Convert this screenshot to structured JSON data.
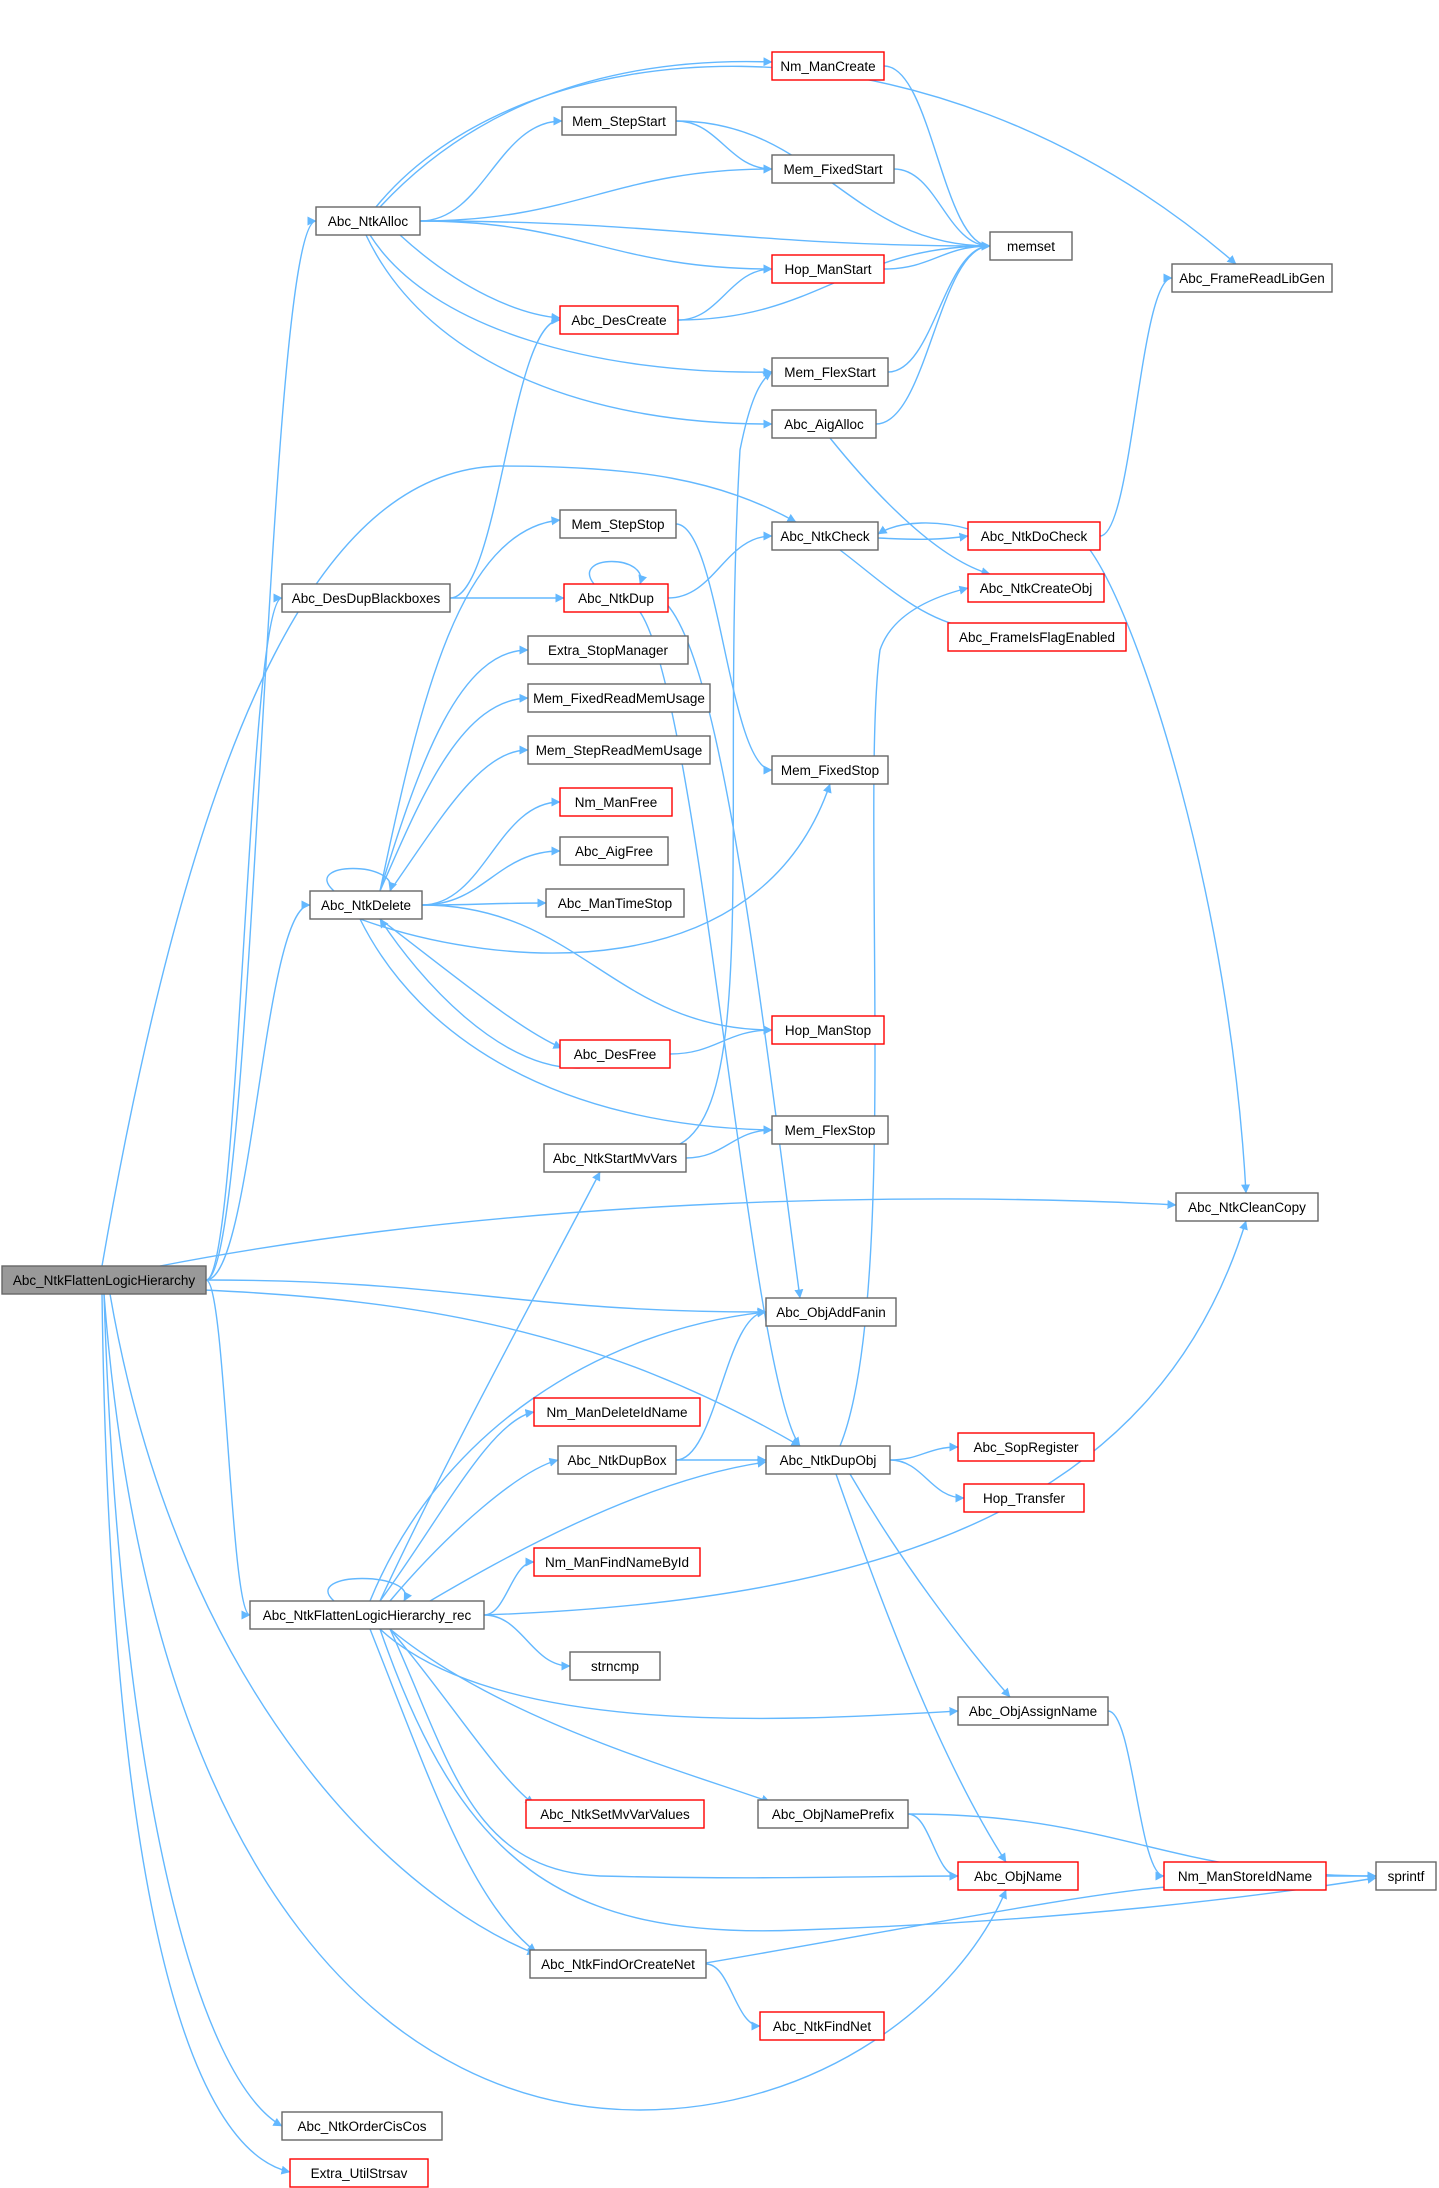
{
  "colors": {
    "edge": "#63b8ff",
    "node_border": "#666666",
    "node_border_red": "#ff0000",
    "node_fill": "#ffffff",
    "root_fill": "#999999",
    "root_border": "#666666"
  },
  "nodes": [
    {
      "id": "root",
      "label": "Abc_NtkFlattenLogicHierarchy",
      "style": "root"
    },
    {
      "id": "ntkalloc",
      "label": "Abc_NtkAlloc",
      "style": "plain"
    },
    {
      "id": "nmmancreate",
      "label": "Nm_ManCreate",
      "style": "red"
    },
    {
      "id": "memstepstart",
      "label": "Mem_StepStart",
      "style": "plain"
    },
    {
      "id": "memfixedstart",
      "label": "Mem_FixedStart",
      "style": "plain"
    },
    {
      "id": "memset",
      "label": "memset",
      "style": "plain"
    },
    {
      "id": "hopmanstart",
      "label": "Hop_ManStart",
      "style": "red"
    },
    {
      "id": "abcdescreate",
      "label": "Abc_DesCreate",
      "style": "red"
    },
    {
      "id": "frameread",
      "label": "Abc_FrameReadLibGen",
      "style": "plain"
    },
    {
      "id": "memflexstart",
      "label": "Mem_FlexStart",
      "style": "plain"
    },
    {
      "id": "aigalloc",
      "label": "Abc_AigAlloc",
      "style": "plain"
    },
    {
      "id": "memstepstop",
      "label": "Mem_StepStop",
      "style": "plain"
    },
    {
      "id": "ntkcheck",
      "label": "Abc_NtkCheck",
      "style": "plain"
    },
    {
      "id": "ntkdocheck",
      "label": "Abc_NtkDoCheck",
      "style": "red"
    },
    {
      "id": "desdupbb",
      "label": "Abc_DesDupBlackboxes",
      "style": "plain"
    },
    {
      "id": "ntkdup",
      "label": "Abc_NtkDup",
      "style": "red"
    },
    {
      "id": "ntkcreateobj",
      "label": "Abc_NtkCreateObj",
      "style": "red"
    },
    {
      "id": "frameflag",
      "label": "Abc_FrameIsFlagEnabled",
      "style": "red"
    },
    {
      "id": "extrastop",
      "label": "Extra_StopManager",
      "style": "plain"
    },
    {
      "id": "memfixedread",
      "label": "Mem_FixedReadMemUsage",
      "style": "plain"
    },
    {
      "id": "memstepread",
      "label": "Mem_StepReadMemUsage",
      "style": "plain"
    },
    {
      "id": "memfixedstop",
      "label": "Mem_FixedStop",
      "style": "plain"
    },
    {
      "id": "nmmanfree",
      "label": "Nm_ManFree",
      "style": "red"
    },
    {
      "id": "aigfree",
      "label": "Abc_AigFree",
      "style": "plain"
    },
    {
      "id": "ntkdelete",
      "label": "Abc_NtkDelete",
      "style": "plain"
    },
    {
      "id": "mantimestop",
      "label": "Abc_ManTimeStop",
      "style": "plain"
    },
    {
      "id": "hopmanstop",
      "label": "Hop_ManStop",
      "style": "red"
    },
    {
      "id": "desfree",
      "label": "Abc_DesFree",
      "style": "red"
    },
    {
      "id": "memflexstop",
      "label": "Mem_FlexStop",
      "style": "plain"
    },
    {
      "id": "ntkstartmv",
      "label": "Abc_NtkStartMvVars",
      "style": "plain"
    },
    {
      "id": "ntkcleancopy",
      "label": "Abc_NtkCleanCopy",
      "style": "plain"
    },
    {
      "id": "objaddfanin",
      "label": "Abc_ObjAddFanin",
      "style": "plain"
    },
    {
      "id": "nmdelete",
      "label": "Nm_ManDeleteIdName",
      "style": "red"
    },
    {
      "id": "ntkdupbox",
      "label": "Abc_NtkDupBox",
      "style": "plain"
    },
    {
      "id": "ntkdupobj",
      "label": "Abc_NtkDupObj",
      "style": "plain"
    },
    {
      "id": "sopregister",
      "label": "Abc_SopRegister",
      "style": "red"
    },
    {
      "id": "hoptransfer",
      "label": "Hop_Transfer",
      "style": "red"
    },
    {
      "id": "nmfindname",
      "label": "Nm_ManFindNameById",
      "style": "red"
    },
    {
      "id": "flattenrec",
      "label": "Abc_NtkFlattenLogicHierarchy_rec",
      "style": "plain"
    },
    {
      "id": "strncmp",
      "label": "strncmp",
      "style": "plain"
    },
    {
      "id": "objassign",
      "label": "Abc_ObjAssignName",
      "style": "plain"
    },
    {
      "id": "ntksetmv",
      "label": "Abc_NtkSetMvVarValues",
      "style": "red"
    },
    {
      "id": "objnameprefix",
      "label": "Abc_ObjNamePrefix",
      "style": "plain"
    },
    {
      "id": "objname",
      "label": "Abc_ObjName",
      "style": "red"
    },
    {
      "id": "nmstore",
      "label": "Nm_ManStoreIdName",
      "style": "red"
    },
    {
      "id": "sprintf",
      "label": "sprintf",
      "style": "plain"
    },
    {
      "id": "findorcreate",
      "label": "Abc_NtkFindOrCreateNet",
      "style": "plain"
    },
    {
      "id": "ntkfindnet",
      "label": "Abc_NtkFindNet",
      "style": "red"
    },
    {
      "id": "ordercis",
      "label": "Abc_NtkOrderCisCos",
      "style": "plain"
    },
    {
      "id": "utilstrsav",
      "label": "Extra_UtilStrsav",
      "style": "red"
    }
  ],
  "edges": [
    [
      "root",
      "ntkalloc"
    ],
    [
      "root",
      "desdupbb"
    ],
    [
      "root",
      "ntkdelete"
    ],
    [
      "root",
      "ntkcheck"
    ],
    [
      "root",
      "ntkcleancopy"
    ],
    [
      "root",
      "objaddfanin"
    ],
    [
      "root",
      "ntkdupobj"
    ],
    [
      "root",
      "flattenrec"
    ],
    [
      "root",
      "findorcreate"
    ],
    [
      "root",
      "objname"
    ],
    [
      "root",
      "ordercis"
    ],
    [
      "root",
      "utilstrsav"
    ],
    [
      "ntkalloc",
      "nmmancreate"
    ],
    [
      "ntkalloc",
      "memstepstart"
    ],
    [
      "ntkalloc",
      "memfixedstart"
    ],
    [
      "ntkalloc",
      "memset"
    ],
    [
      "ntkalloc",
      "hopmanstart"
    ],
    [
      "ntkalloc",
      "abcdescreate"
    ],
    [
      "ntkalloc",
      "memflexstart"
    ],
    [
      "ntkalloc",
      "aigalloc"
    ],
    [
      "ntkalloc",
      "frameread"
    ],
    [
      "nmmancreate",
      "memset"
    ],
    [
      "memstepstart",
      "memfixedstart"
    ],
    [
      "memstepstart",
      "memset"
    ],
    [
      "memfixedstart",
      "memset"
    ],
    [
      "hopmanstart",
      "memset"
    ],
    [
      "abcdescreate",
      "hopmanstart"
    ],
    [
      "abcdescreate",
      "memset"
    ],
    [
      "memflexstart",
      "memset"
    ],
    [
      "aigalloc",
      "memset"
    ],
    [
      "aigalloc",
      "ntkcreateobj"
    ],
    [
      "desdupbb",
      "abcdescreate"
    ],
    [
      "desdupbb",
      "ntkdup"
    ],
    [
      "ntkdup",
      "ntkdup"
    ],
    [
      "ntkdup",
      "ntkcheck"
    ],
    [
      "ntkdup",
      "objaddfanin"
    ],
    [
      "ntkdup",
      "ntkdupobj"
    ],
    [
      "ntkcheck",
      "ntkdocheck"
    ],
    [
      "ntkcheck",
      "frameflag"
    ],
    [
      "ntkdocheck",
      "ntkcheck"
    ],
    [
      "ntkdocheck",
      "frameread"
    ],
    [
      "ntkdocheck",
      "ntkcleancopy"
    ],
    [
      "memstepstop",
      "memfixedstop"
    ],
    [
      "ntkdelete",
      "ntkdelete"
    ],
    [
      "ntkdelete",
      "memstepstop"
    ],
    [
      "ntkdelete",
      "extrastop"
    ],
    [
      "ntkdelete",
      "memfixedread"
    ],
    [
      "ntkdelete",
      "memstepread"
    ],
    [
      "ntkdelete",
      "nmmanfree"
    ],
    [
      "ntkdelete",
      "aigfree"
    ],
    [
      "ntkdelete",
      "mantimestop"
    ],
    [
      "ntkdelete",
      "memfixedstop"
    ],
    [
      "ntkdelete",
      "hopmanstop"
    ],
    [
      "ntkdelete",
      "desfree"
    ],
    [
      "ntkdelete",
      "memflexstop"
    ],
    [
      "desfree",
      "ntkdelete"
    ],
    [
      "desfree",
      "hopmanstop"
    ],
    [
      "ntkstartmv",
      "memflexstart"
    ],
    [
      "ntkstartmv",
      "memflexstop"
    ],
    [
      "ntkdupbox",
      "objaddfanin"
    ],
    [
      "ntkdupbox",
      "ntkdupobj"
    ],
    [
      "ntkdupobj",
      "ntkcreateobj"
    ],
    [
      "ntkdupobj",
      "sopregister"
    ],
    [
      "ntkdupobj",
      "hoptransfer"
    ],
    [
      "ntkdupobj",
      "objassign"
    ],
    [
      "ntkdupobj",
      "objname"
    ],
    [
      "flattenrec",
      "flattenrec"
    ],
    [
      "flattenrec",
      "ntkstartmv"
    ],
    [
      "flattenrec",
      "objaddfanin"
    ],
    [
      "flattenrec",
      "nmdelete"
    ],
    [
      "flattenrec",
      "ntkdupbox"
    ],
    [
      "flattenrec",
      "ntkdupobj"
    ],
    [
      "flattenrec",
      "nmfindname"
    ],
    [
      "flattenrec",
      "ntkcleancopy"
    ],
    [
      "flattenrec",
      "strncmp"
    ],
    [
      "flattenrec",
      "objassign"
    ],
    [
      "flattenrec",
      "ntksetmv"
    ],
    [
      "flattenrec",
      "objnameprefix"
    ],
    [
      "flattenrec",
      "objname"
    ],
    [
      "flattenrec",
      "sprintf"
    ],
    [
      "flattenrec",
      "findorcreate"
    ],
    [
      "objassign",
      "nmstore"
    ],
    [
      "objnameprefix",
      "objname"
    ],
    [
      "objnameprefix",
      "sprintf"
    ],
    [
      "nmstore",
      "sprintf"
    ],
    [
      "findorcreate",
      "nmstore"
    ],
    [
      "findorcreate",
      "ntkfindnet"
    ]
  ]
}
